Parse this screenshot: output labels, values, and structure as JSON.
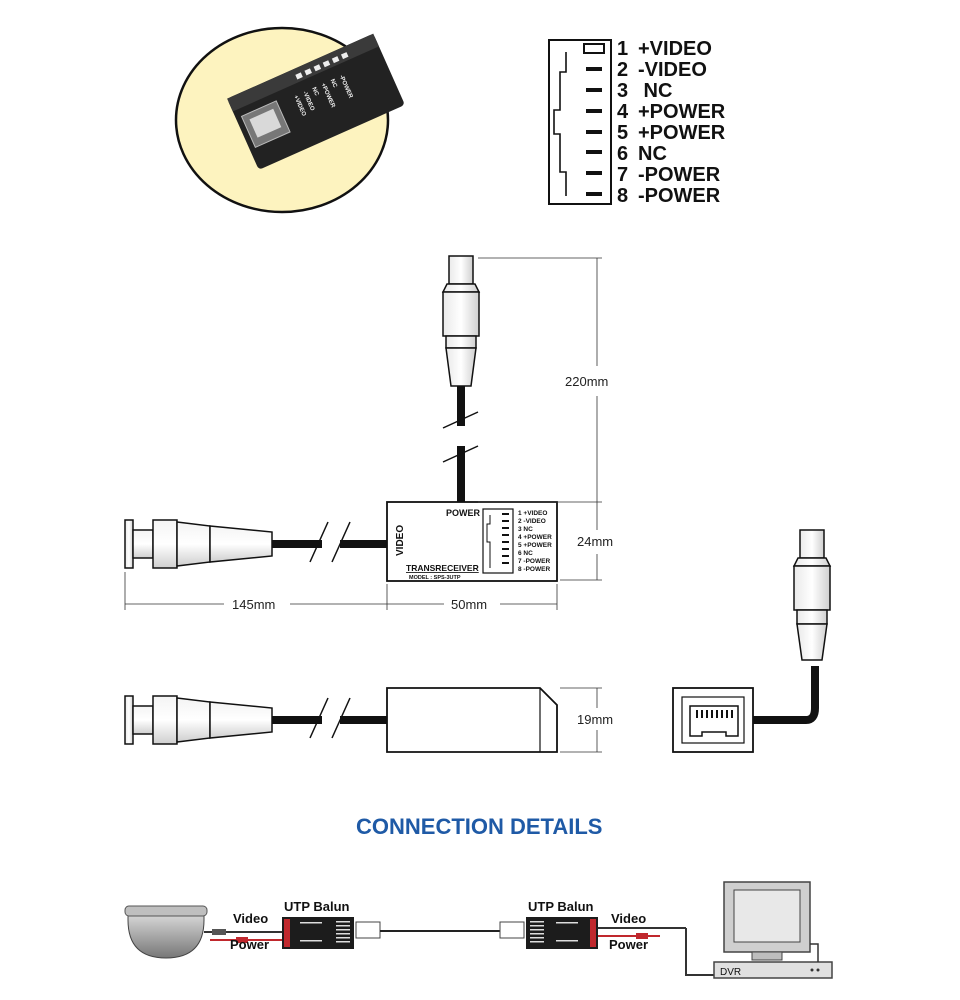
{
  "pinout": [
    {
      "num": "1",
      "label": "+VIDEO"
    },
    {
      "num": "2",
      "label": "-VIDEO"
    },
    {
      "num": "3",
      "label": " NC"
    },
    {
      "num": "4",
      "label": "+POWER"
    },
    {
      "num": "5",
      "label": "+POWER"
    },
    {
      "num": "6",
      "label": "NC"
    },
    {
      "num": "7",
      "label": "-POWER"
    },
    {
      "num": "8",
      "label": "-POWER"
    }
  ],
  "photo_text": [
    "+VIDEO",
    "-VIDEO",
    "NC",
    "+POWER",
    "NC",
    "-POWER"
  ],
  "transceiver": {
    "power_label": "POWER",
    "video_label": "VIDEO",
    "name": "TRANSRECEIVER",
    "model": "MODEL : SPS-3UTP",
    "pins": [
      "1 +VIDEO",
      "2 -VIDEO",
      "3 NC",
      "4 +POWER",
      "5 +POWER",
      "6 NC",
      "7 -POWER",
      "8 -POWER"
    ]
  },
  "dimensions": {
    "cable_top": "220mm",
    "height": "24mm",
    "bnc_length": "145mm",
    "body_length": "50mm",
    "thickness": "19mm"
  },
  "connection": {
    "title": "CONNECTION DETAILS",
    "left_balun": "UTP Balun",
    "right_balun": "UTP Balun",
    "video_left": "Video",
    "power_left": "Power",
    "video_right": "Video",
    "power_right": "Power",
    "dvr": "DVR"
  },
  "colors": {
    "title": "#1f5aa6",
    "photo_bg": "#fdf3bf",
    "red": "#c0282d"
  }
}
